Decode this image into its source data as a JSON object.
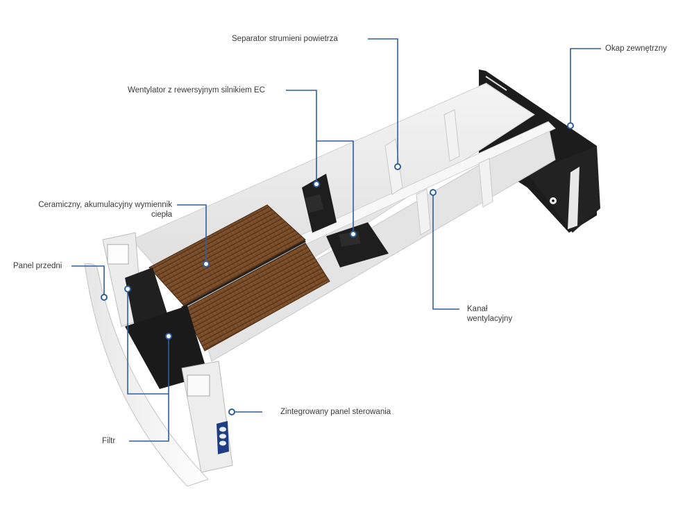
{
  "diagram": {
    "subject": "Decentralized heat-recovery ventilator cutaway",
    "leader_color": "#2f5f9e",
    "labels": {
      "separator": "Separator strumieni powietrza",
      "hood": "Okap zewnętrzny",
      "fan": "Wentylator z rewersyjnym silnikiem EC",
      "exchanger_line1": "Ceramiczny, akumulacyjny wymiennik",
      "exchanger_line2": "ciepła",
      "front_panel": "Panel przedni",
      "duct_line1": "Kanał",
      "duct_line2": "wentylacyjny",
      "control_panel": "Zintegrowany panel sterowania",
      "filter": "Filtr"
    }
  }
}
